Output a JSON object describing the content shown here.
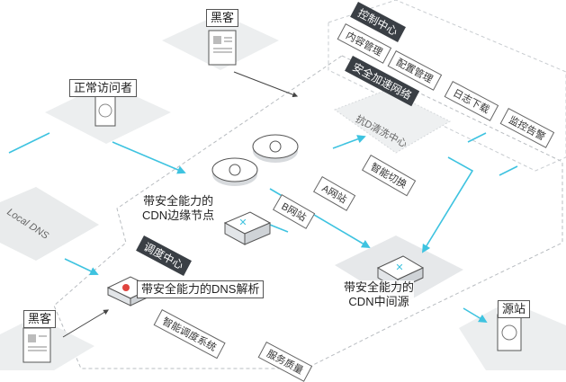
{
  "diagram": {
    "nodes": {
      "hacker_top": "黑客",
      "normal_visitor": "正常访问者",
      "local_dns": "Local DNS",
      "hacker_bottom": "黑客",
      "cdn_edge": "带安全能力的\nCDN边缘节点",
      "dns_resolve": "带安全能力的DNS解析",
      "cdn_middle": "带安全能力的\nCDN中间源",
      "origin": "源站",
      "ddos_center": "抗D清洗中心",
      "site_a": "A网站",
      "site_b": "B网站",
      "smart_switch": "智能切换"
    },
    "control_center": {
      "title": "控制中心",
      "items": [
        "内容管理",
        "配置管理",
        "日志下载",
        "监控告警"
      ]
    },
    "secure_network": "安全加速网络",
    "dispatch_center": {
      "title": "调度中心",
      "items": [
        "智能调度系统",
        "服务质量"
      ]
    },
    "colors": {
      "flow": "#3ec3e0",
      "platform": "#e8eaeb",
      "dark_tag": "#3a3f45",
      "accent_red": "#e0443e"
    }
  }
}
